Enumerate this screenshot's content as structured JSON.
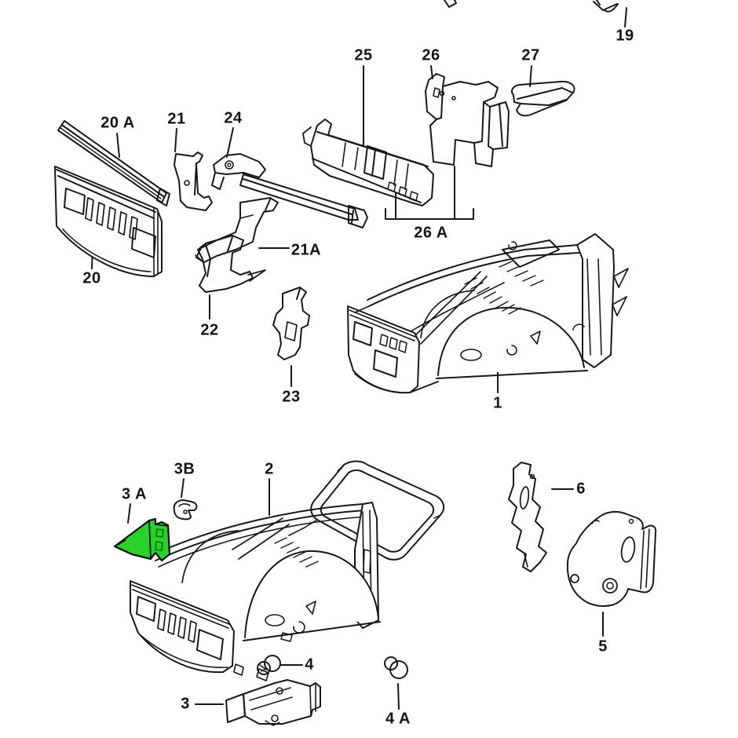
{
  "diagram": {
    "kind": "exploded-parts-diagram",
    "background_color": "#ffffff",
    "line_color": "#181818",
    "highlight_color": "#2bd12b",
    "highlighted_part": "3 A"
  },
  "labels": [
    {
      "text": "20 A"
    },
    {
      "text": "21"
    },
    {
      "text": "24"
    },
    {
      "text": "25"
    },
    {
      "text": "26"
    },
    {
      "text": "27"
    },
    {
      "text": "19"
    },
    {
      "text": "20"
    },
    {
      "text": "21A"
    },
    {
      "text": "22"
    },
    {
      "text": "26 A"
    },
    {
      "text": "23"
    },
    {
      "text": "1"
    },
    {
      "text": "3 A"
    },
    {
      "text": "3B"
    },
    {
      "text": "2"
    },
    {
      "text": "6"
    },
    {
      "text": "5"
    },
    {
      "text": "4"
    },
    {
      "text": "3"
    },
    {
      "text": "4 A"
    }
  ]
}
